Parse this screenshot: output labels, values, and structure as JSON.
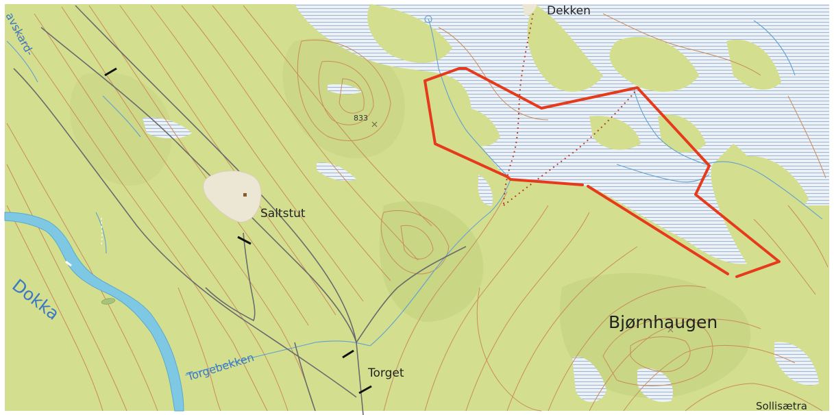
{
  "map": {
    "places": {
      "dekken": "Dekken",
      "saltstut": "Saltstut",
      "bjornhaugen": "Bjørnhaugen",
      "torget": "Torget",
      "sollisaetra": "Sollisætra",
      "spot_height": "833"
    },
    "water": {
      "river": "Dokka",
      "stream": "Torgebekken",
      "edge_label": "avskard-"
    },
    "colors": {
      "land": "#d3df8f",
      "contour": "#c98b5c",
      "water_label": "#3a78c4",
      "river": "#7ec8e3",
      "marsh": "#b8cbe0",
      "road": "#6a6a6a",
      "boundary": "#e63a1c",
      "trail": "#b53a2a"
    }
  }
}
